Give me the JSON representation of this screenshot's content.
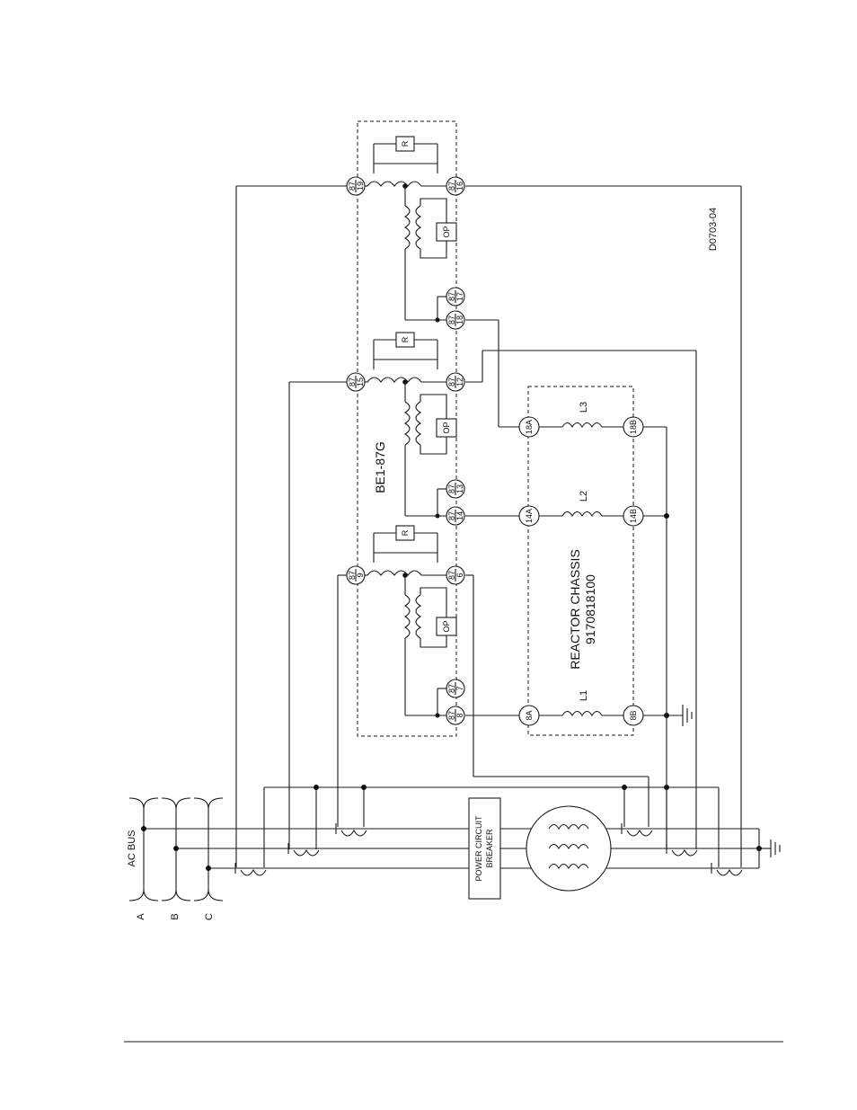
{
  "diagram_id": "D0703-04",
  "relay_name": "BE1-87G",
  "reactor": {
    "line1": "REACTOR CHASSIS",
    "line2": "9170818100"
  },
  "breaker": {
    "line1": "POWER CIRCUIT",
    "line2": "BREAKER"
  },
  "bus": {
    "label": "AC BUS",
    "phases": [
      "A",
      "B",
      "C"
    ]
  },
  "relay_unit_labels": {
    "restraint": "R",
    "operate": "OP"
  },
  "terminal_prefix": "87",
  "relay_terminals": [
    "19",
    "16",
    "17",
    "18",
    "15",
    "12",
    "13",
    "14",
    "9",
    "6",
    "7",
    "8"
  ],
  "reactor_terminals": [
    "18A",
    "18B",
    "14A",
    "14B",
    "8A",
    "8B"
  ],
  "inductors": [
    "L1",
    "L2",
    "L3"
  ]
}
